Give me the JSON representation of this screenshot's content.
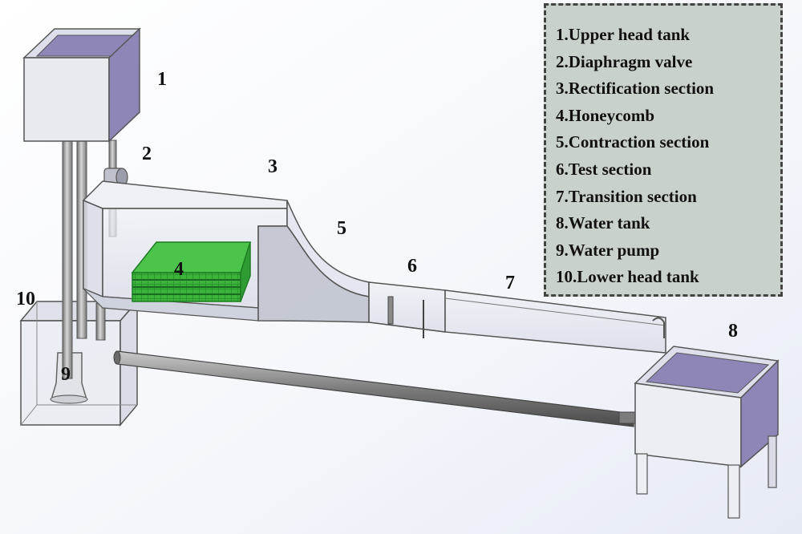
{
  "legend": {
    "items": [
      "1.Upper head tank",
      "2.Diaphragm valve",
      "3.Rectification section",
      "4.Honeycomb",
      "5.Contraction section",
      "6.Test section",
      "7.Transition section",
      "8.Water tank",
      "9.Water pump",
      "10.Lower head tank"
    ]
  },
  "labels": {
    "n1": "1",
    "n2": "2",
    "n3": "3",
    "n4": "4",
    "n5": "5",
    "n6": "6",
    "n7": "7",
    "n8": "8",
    "n9": "9",
    "n10": "10"
  },
  "colors": {
    "tank_side": "#8f86b8",
    "honeycomb": "#3cb43a",
    "frame": "#5a5a5a",
    "pipe": "#8a8a8a",
    "legend_bg": "#c9d1cb"
  }
}
